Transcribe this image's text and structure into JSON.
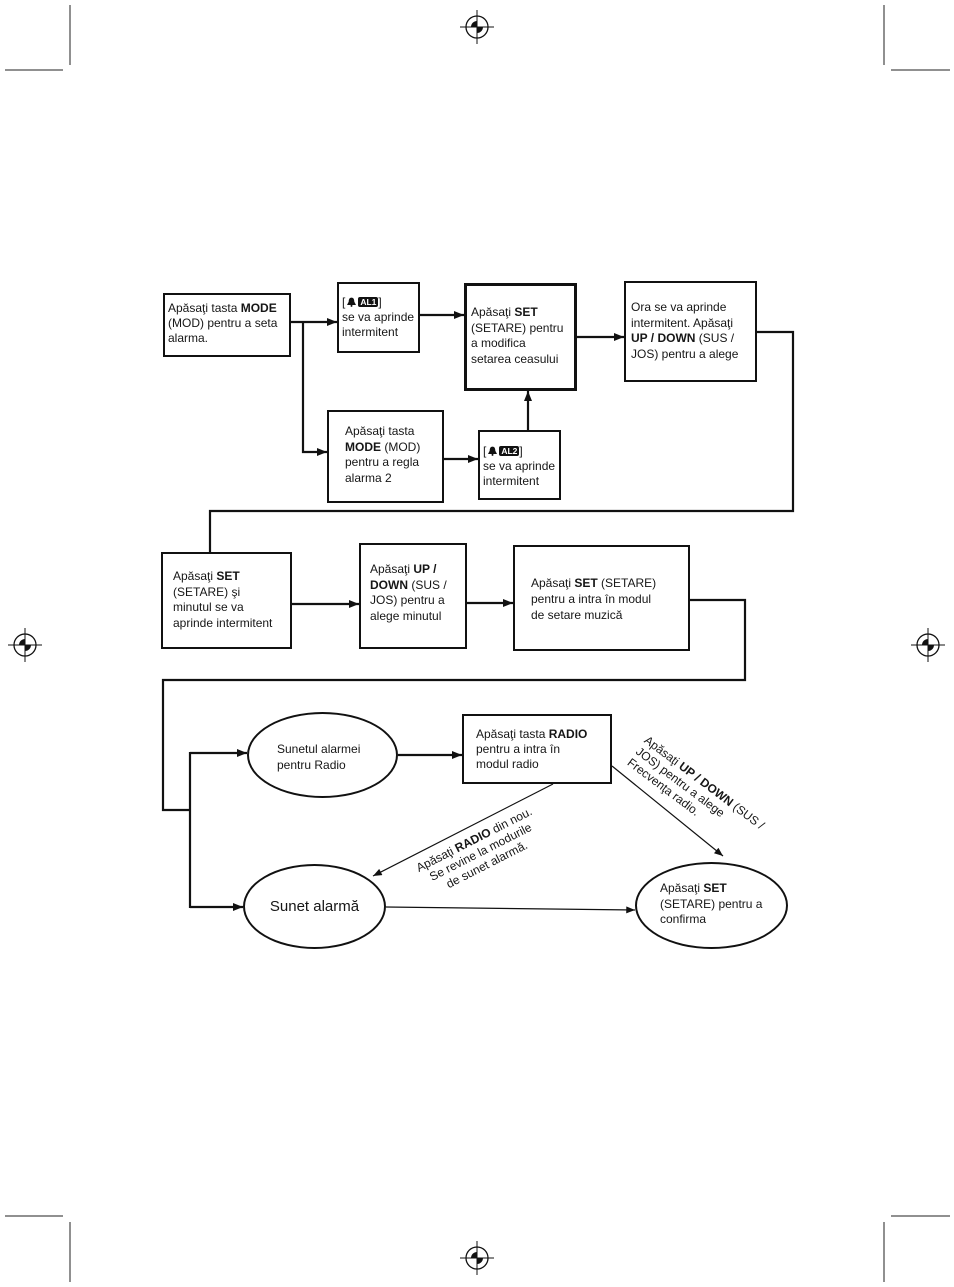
{
  "nodes": {
    "mode_alarm": {
      "t1": "Apăsaţi tasta ",
      "b1": "MODE",
      "t2": "\n(MOD) pentru a seta\nalarma."
    },
    "al1": {
      "open": "[",
      "badge": "AL1",
      "close": "]",
      "text": "\nse va aprinde\nintermitent"
    },
    "set_clock": {
      "t1": "Apăsaţi ",
      "b1": "SET",
      "t2": "\n(SETARE) pentru\na modifica\nsetarea ceasului"
    },
    "hour_flash": {
      "t1": "Ora se va aprinde\nintermitent. Apăsaţi\n",
      "b1": "UP / DOWN",
      "t2": " (SUS /\nJOS) pentru a alege"
    },
    "mode_alarm2": {
      "t1": "Apăsaţi tasta\n",
      "b1": "MODE",
      "t2": " (MOD)\npentru a regla\nalarma 2"
    },
    "al2": {
      "open": "[",
      "badge": "AL2",
      "close": "]",
      "text": "\nse va aprinde\nintermitent"
    },
    "set_minute": {
      "t1": "Apăsaţi ",
      "b1": "SET",
      "t2": "\n(SETARE) şi\nminutul se va\naprinde intermitent"
    },
    "updown_minute": {
      "t1": "Apăsaţi ",
      "b1": "UP /\nDOWN",
      "t2": " (SUS /\nJOS) pentru a\nalege minutul"
    },
    "set_music": {
      "t1": "Apăsaţi ",
      "b1": "SET",
      "t2": " (SETARE)\npentru a intra în modul\nde setare muzică"
    },
    "radio_alarm": {
      "text": "Sunetul alarmei\npentru Radio"
    },
    "radio_key": {
      "t1": "Apăsaţi tasta ",
      "b1": "RADIO",
      "t2": "\npentru a intra în\nmodul radio"
    },
    "alarm_sound": {
      "text": "Sunet alarmă"
    },
    "set_confirm": {
      "t1": "Apăsaţi ",
      "b1": "SET",
      "t2": "\n(SETARE) pentru a\nconfirma"
    }
  },
  "notes": {
    "radio_again": {
      "t1": "Apăsaţi ",
      "b1": "RADIO",
      "t2": " din nou.\nSe revine la modurile\nde sunet alarmă."
    },
    "updown_radio": {
      "t1": "Apăsaţi ",
      "b1": "UP / DOWN",
      "t2": " (SUS /\nJOS) pentru a alege\nFrecvenţa radio."
    }
  },
  "icons": {
    "alarm": "bell-icon",
    "print": "registration-mark"
  },
  "colors": {
    "ink": "#111111",
    "paper": "#ffffff"
  }
}
